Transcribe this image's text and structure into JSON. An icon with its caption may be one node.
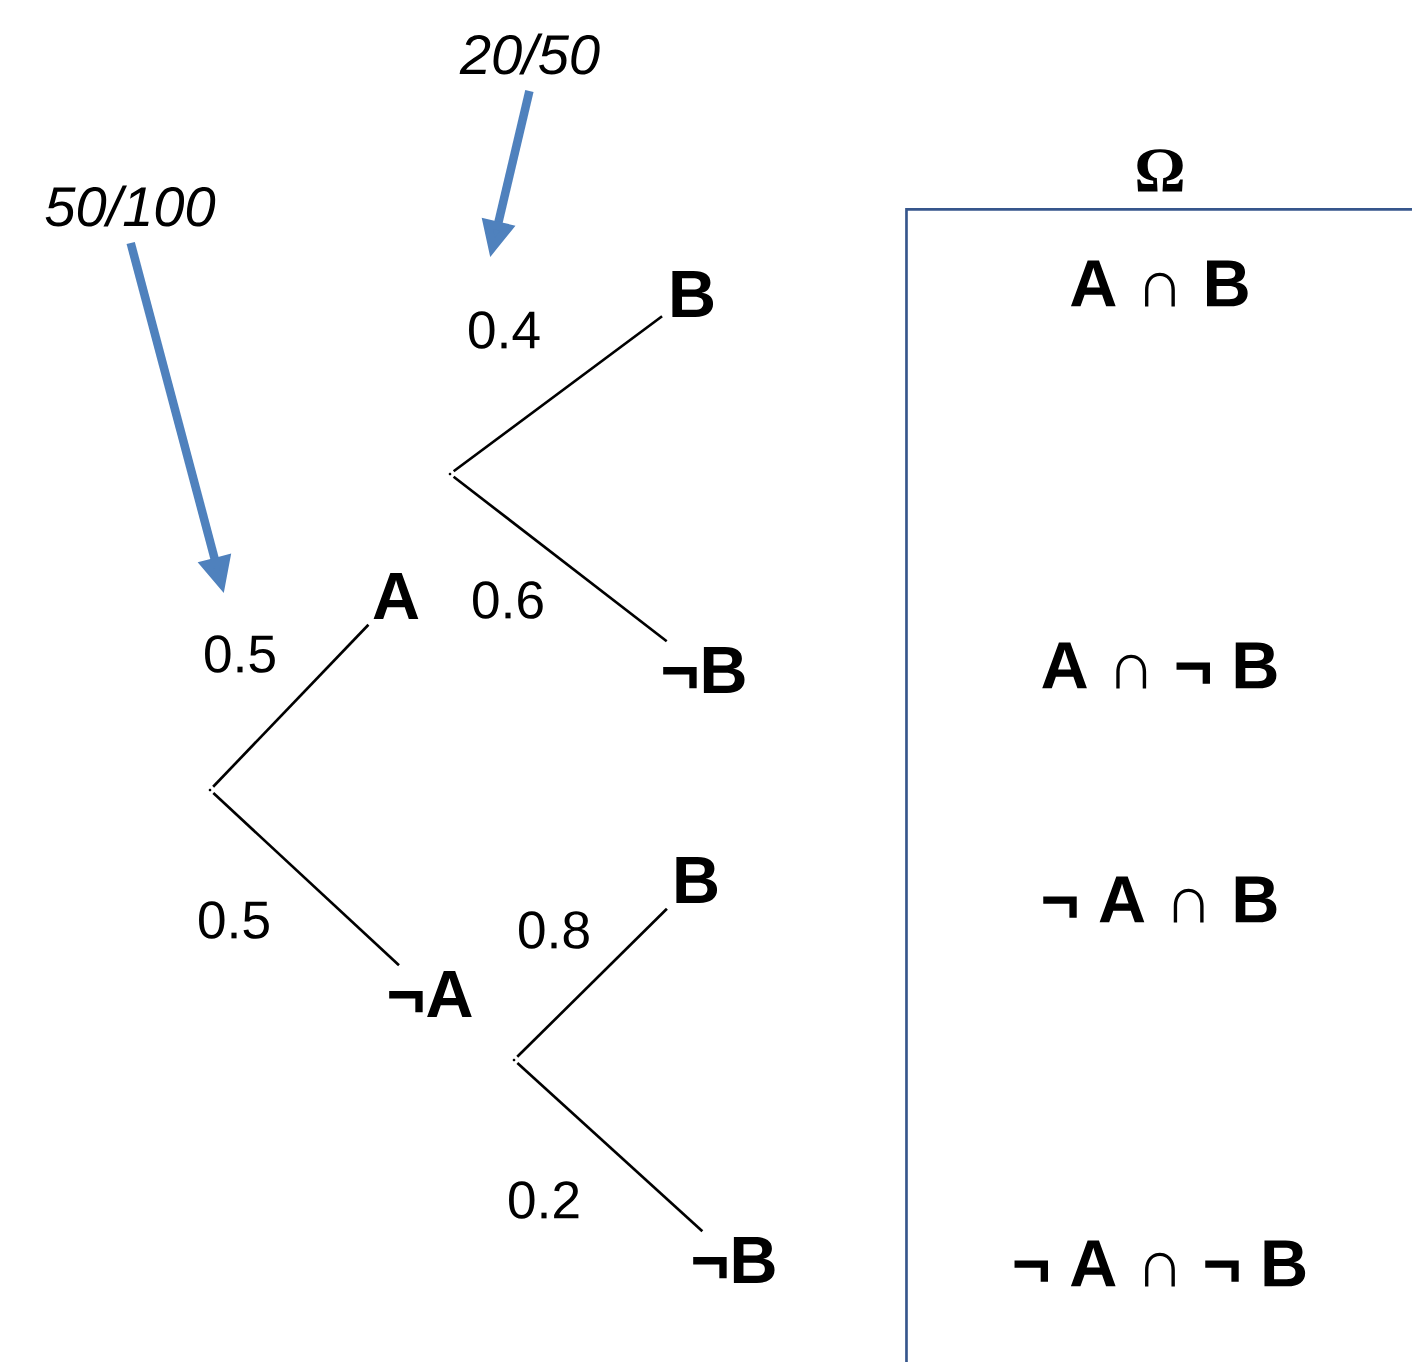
{
  "diagram": {
    "nodes": [
      {
        "text": [],
        "shape": "point"
      },
      {
        "text": [
          "A"
        ]
      },
      {
        "text": [
          "¬A"
        ]
      },
      {
        "text": [],
        "shape": "point"
      },
      {
        "text": [
          "B"
        ]
      },
      {
        "text": [
          "¬B"
        ]
      },
      {
        "text": [],
        "shape": "point"
      },
      {
        "text": [
          "B"
        ]
      },
      {
        "text": [
          "¬B"
        ]
      },
      {
        "text": [
          "Ω"
        ]
      },
      {
        "text": [
          "A ∩ B"
        ],
        "in": 9
      },
      {
        "text": [
          "A ∩ ¬ B"
        ],
        "in": 9
      },
      {
        "text": [
          "¬ A ∩ B"
        ],
        "in": 9
      },
      {
        "text": [
          "¬ A ∩ ¬ B"
        ],
        "in": 9
      },
      {
        "text": [
          "50/100"
        ]
      },
      {
        "text": [
          "20/50"
        ]
      }
    ],
    "edges": [
      {
        "from": 0,
        "to": 1,
        "arrow": "none",
        "label": "0.5"
      },
      {
        "from": 0,
        "to": 2,
        "arrow": "none",
        "label": "0.5"
      },
      {
        "from": 3,
        "to": 4,
        "arrow": "none",
        "label": "0.4"
      },
      {
        "from": 3,
        "to": 5,
        "arrow": "none",
        "label": "0.6"
      },
      {
        "from": 6,
        "to": 7,
        "arrow": "none",
        "label": "0.8"
      },
      {
        "from": 6,
        "to": 8,
        "arrow": "none",
        "label": "0.2"
      },
      {
        "from": 14,
        "to": null,
        "arrow": "to",
        "style": "thick",
        "color": "#4f81bd"
      },
      {
        "from": 15,
        "to": null,
        "arrow": "to",
        "style": "thick",
        "color": "#4f81bd"
      }
    ]
  }
}
